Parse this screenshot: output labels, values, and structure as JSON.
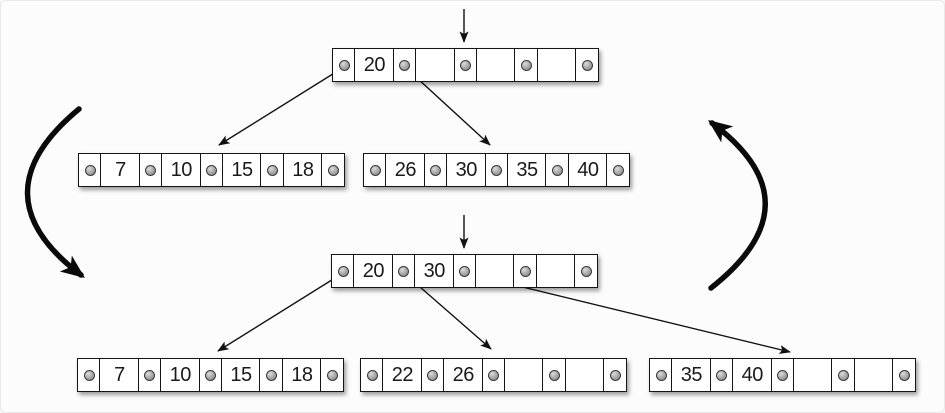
{
  "diagram": {
    "type": "b-tree-split",
    "before": {
      "root": {
        "id": "before-root",
        "keys": [
          "20",
          "",
          "",
          ""
        ]
      },
      "children": [
        {
          "id": "before-child-left",
          "keys": [
            "7",
            "10",
            "15",
            "18"
          ]
        },
        {
          "id": "before-child-right",
          "keys": [
            "26",
            "30",
            "35",
            "40"
          ]
        }
      ]
    },
    "after": {
      "root": {
        "id": "after-root",
        "keys": [
          "20",
          "30",
          "",
          ""
        ]
      },
      "children": [
        {
          "id": "after-child-left",
          "keys": [
            "7",
            "10",
            "15",
            "18"
          ]
        },
        {
          "id": "after-child-middle",
          "keys": [
            "22",
            "26",
            "",
            ""
          ]
        },
        {
          "id": "after-child-right",
          "keys": [
            "35",
            "40",
            "",
            ""
          ]
        }
      ]
    },
    "colors": {
      "line": "#111111",
      "cell_fill": "#ffffff",
      "pointer_fill": "#9a9a9a",
      "background": "#fcfcfc"
    }
  }
}
